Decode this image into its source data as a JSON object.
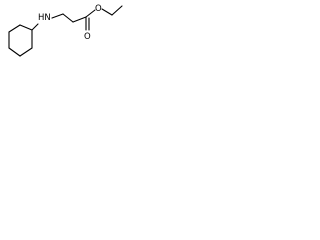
{
  "molecule": {
    "atoms": {
      "amine": "HN",
      "ester_oxygen": "O",
      "carbonyl_oxygen": "O"
    },
    "colors": {
      "bond": "#000000",
      "label": "#000000",
      "background": "#ffffff"
    }
  }
}
